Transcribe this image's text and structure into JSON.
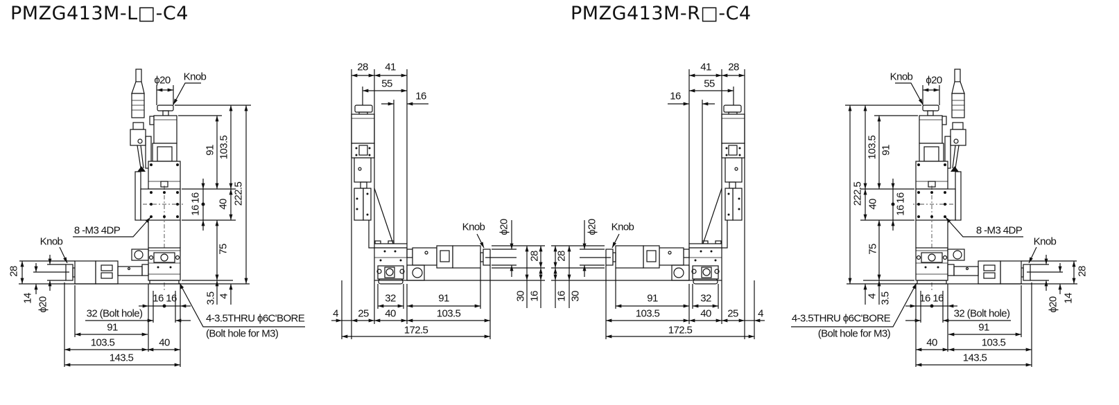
{
  "titles": {
    "left": "PMZG413M-L□-C4",
    "right": "PMZG413M-R□-C4"
  },
  "left": {
    "front": {
      "knob_dia": "ϕ20",
      "knob": "Knob",
      "d91": "91",
      "d103_5": "103.5",
      "d222_5": "222.5",
      "d16a": "16",
      "d16b": "16",
      "d40": "40",
      "d75": "75",
      "d3_5": "3.5",
      "d4": "4",
      "tapped": "8 -M3 4DP",
      "knob2": "Knob",
      "d28": "28",
      "d14": "14",
      "knob2_dia": "ϕ20",
      "h16a": "16",
      "h16b": "16",
      "bolt32": "32 (Bolt hole)",
      "h91": "91",
      "h103_5": "103.5",
      "h40": "40",
      "h143_5": "143.5",
      "thru": "4-3.5THRU ϕ6C'BORE",
      "thru_note": "(Bolt hole for M3)"
    },
    "side": {
      "t28": "28",
      "t41": "41",
      "t55": "55",
      "t16": "16",
      "knob": "Knob",
      "knob_dia": "ϕ20",
      "r28": "28",
      "r30": "30",
      "r16": "16",
      "b32": "32",
      "b91": "91",
      "b4": "4",
      "b25": "25",
      "b40": "40",
      "b103_5": "103.5",
      "b172_5": "172.5"
    }
  },
  "right": {
    "front": {
      "knob_dia": "ϕ20",
      "knob": "Knob",
      "d91": "91",
      "d103_5": "103.5",
      "d222_5": "222.5",
      "d16a": "16",
      "d16b": "16",
      "d40": "40",
      "d75": "75",
      "d3_5": "3.5",
      "d4": "4",
      "tapped": "8 -M3 4DP",
      "knob2": "Knob",
      "d28": "28",
      "d14": "14",
      "knob2_dia": "ϕ20",
      "h16a": "16",
      "h16b": "16",
      "bolt32": "32 (Bolt hole)",
      "h91": "91",
      "h103_5": "103.5",
      "h40": "40",
      "h143_5": "143.5",
      "thru": "4-3.5THRU ϕ6C'BORE",
      "thru_note": "(Bolt hole for M3)"
    },
    "side": {
      "t28": "28",
      "t41": "41",
      "t55": "55",
      "t16": "16",
      "knob": "Knob",
      "knob_dia": "ϕ20",
      "r28": "28",
      "r30": "30",
      "r16": "16",
      "b32": "32",
      "b91": "91",
      "b4": "4",
      "b25": "25",
      "b40": "40",
      "b103_5": "103.5",
      "b172_5": "172.5"
    }
  }
}
